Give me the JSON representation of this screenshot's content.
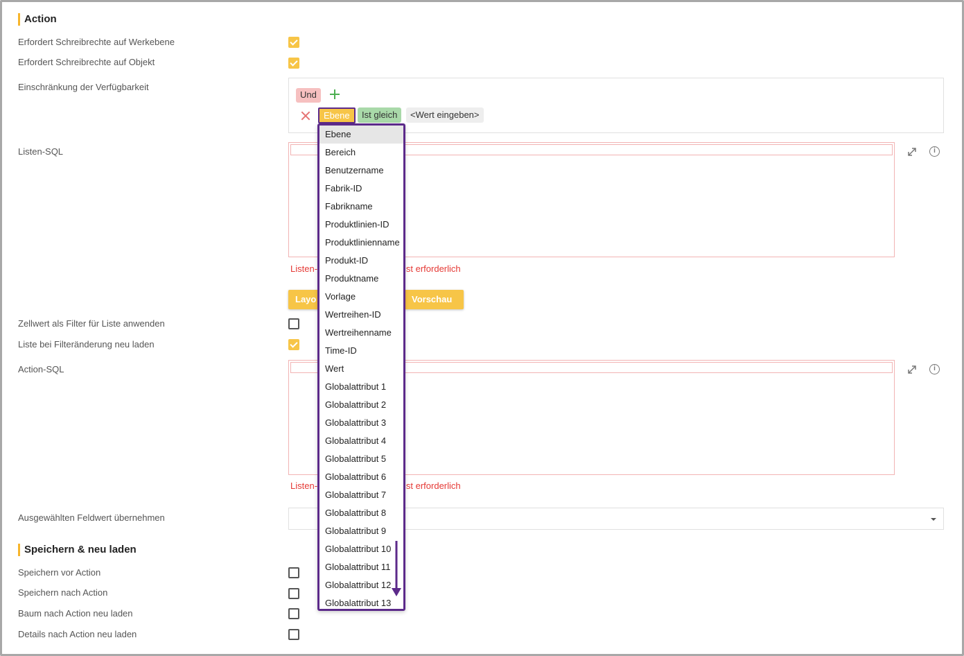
{
  "sections": {
    "action_title": "Action",
    "save_title": "Speichern & neu laden"
  },
  "labels": {
    "write_level": "Erfordert Schreibrechte auf Werkebene",
    "write_object": "Erfordert Schreibrechte auf Objekt",
    "availability": "Einschränkung der Verfügbarkeit",
    "list_sql": "Listen-SQL",
    "cell_filter": "Zellwert als Filter für Liste anwenden",
    "reload_list": "Liste bei Filteränderung neu laden",
    "action_sql": "Action-SQL",
    "take_value": "Ausgewählten Feldwert übernehmen",
    "save_before": "Speichern vor Action",
    "save_after": "Speichern nach Action",
    "reload_tree": "Baum nach Action neu laden",
    "reload_details": "Details nach Action neu laden"
  },
  "checkboxes": {
    "write_level": true,
    "write_object": true,
    "cell_filter": false,
    "reload_list": true,
    "save_before": false,
    "save_after": false,
    "reload_tree": false,
    "reload_details": false
  },
  "restriction": {
    "operator": "Und",
    "field": "Ebene",
    "comparison": "Ist gleich",
    "value_placeholder": "<Wert eingeben>"
  },
  "errors": {
    "list_sql_left": "Listen-",
    "list_sql_right": "ist erforderlich",
    "action_sql_left": "Listen-",
    "action_sql_right": "ist erforderlich"
  },
  "buttons": {
    "layout": "Layo",
    "preview": "Vorschau"
  },
  "icons": {
    "expand": "expand-icon",
    "info": "info-icon",
    "add": "plus-icon",
    "remove": "close-icon"
  },
  "dropdown": {
    "selected": "Ebene",
    "options": [
      "Ebene",
      "Bereich",
      "Benutzername",
      "Fabrik-ID",
      "Fabrikname",
      "Produktlinien-ID",
      "Produktlinienname",
      "Produkt-ID",
      "Produktname",
      "Vorlage",
      "Wertreihen-ID",
      "Wertreihenname",
      "Time-ID",
      "Wert",
      "Globalattribut 1",
      "Globalattribut 2",
      "Globalattribut 3",
      "Globalattribut 4",
      "Globalattribut 5",
      "Globalattribut 6",
      "Globalattribut 7",
      "Globalattribut 8",
      "Globalattribut 9",
      "Globalattribut 10",
      "Globalattribut 11",
      "Globalattribut 12",
      "Globalattribut 13"
    ]
  },
  "colors": {
    "accent": "#f7c547",
    "highlight_border": "#5c2a8a",
    "error": "#e53935"
  }
}
